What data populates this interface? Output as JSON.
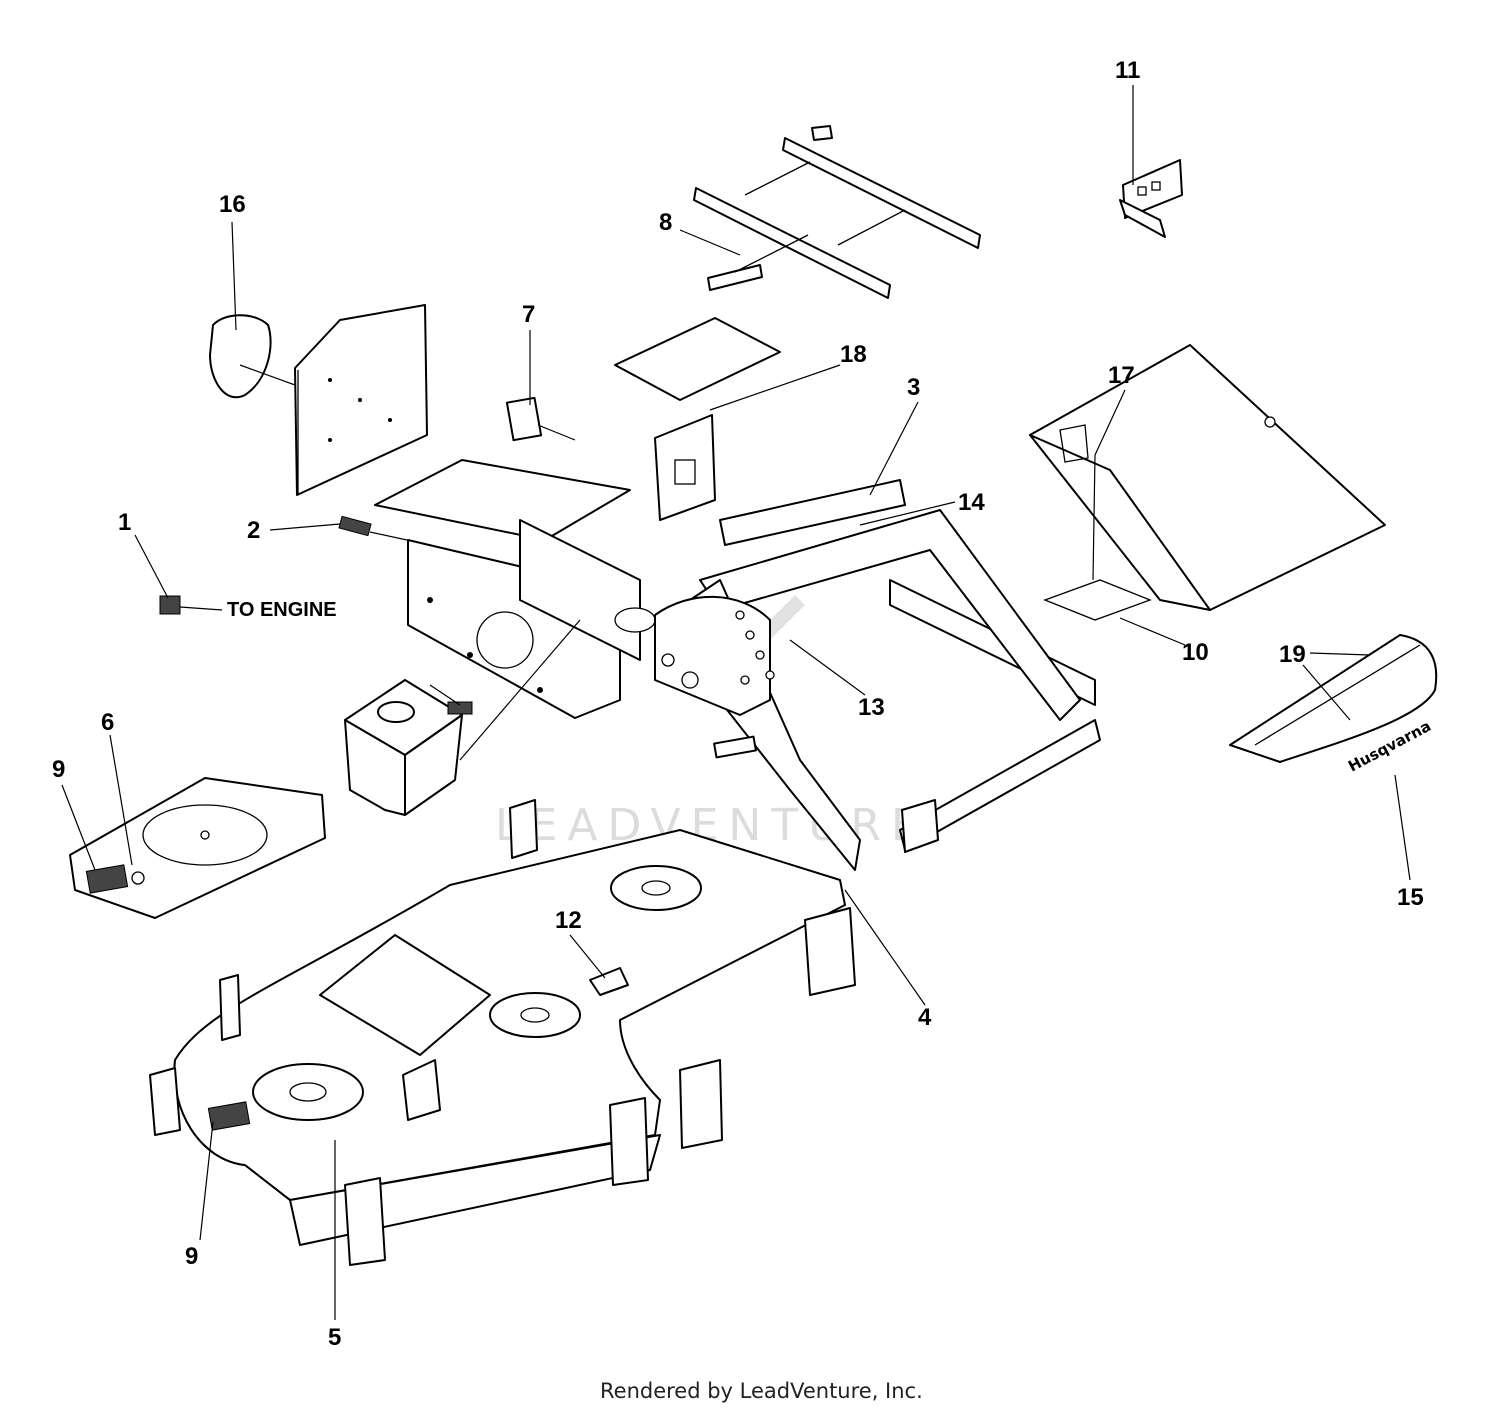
{
  "diagram": {
    "callouts": [
      {
        "id": "1",
        "label": "1"
      },
      {
        "id": "2",
        "label": "2"
      },
      {
        "id": "3",
        "label": "3"
      },
      {
        "id": "4",
        "label": "4"
      },
      {
        "id": "5",
        "label": "5"
      },
      {
        "id": "6",
        "label": "6"
      },
      {
        "id": "7",
        "label": "7"
      },
      {
        "id": "8",
        "label": "8"
      },
      {
        "id": "9a",
        "label": "9"
      },
      {
        "id": "9b",
        "label": "9"
      },
      {
        "id": "10",
        "label": "10"
      },
      {
        "id": "11",
        "label": "11"
      },
      {
        "id": "12",
        "label": "12"
      },
      {
        "id": "13",
        "label": "13"
      },
      {
        "id": "14",
        "label": "14"
      },
      {
        "id": "15",
        "label": "15"
      },
      {
        "id": "16",
        "label": "16"
      },
      {
        "id": "17",
        "label": "17"
      },
      {
        "id": "18",
        "label": "18"
      },
      {
        "id": "19",
        "label": "19"
      }
    ],
    "note": "TO ENGINE",
    "decal_brand": "Husqvarna",
    "watermark": "LEADVENTURE",
    "footer": "Rendered by LeadVenture, Inc."
  }
}
